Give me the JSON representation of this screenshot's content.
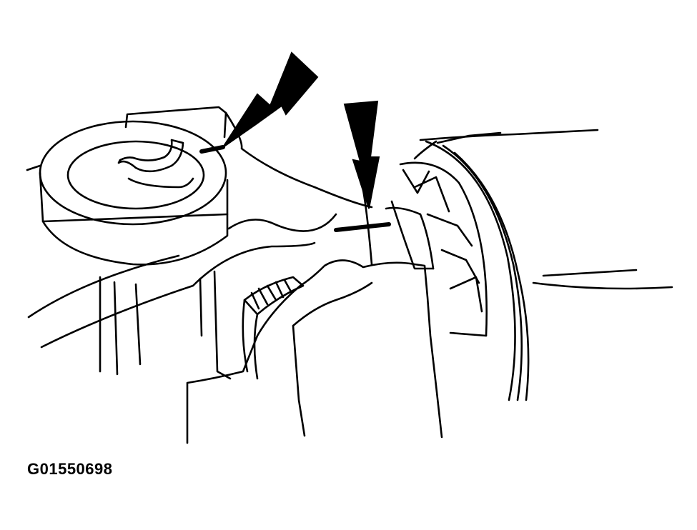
{
  "figure": {
    "code": "G01550698",
    "line_color": "#000000",
    "background_color": "#ffffff",
    "callouts": [
      {
        "id": "upper-left-arrow",
        "icon": "arrow-down-left-icon"
      },
      {
        "id": "upper-right-arrow",
        "icon": "arrow-down-icon"
      }
    ]
  }
}
